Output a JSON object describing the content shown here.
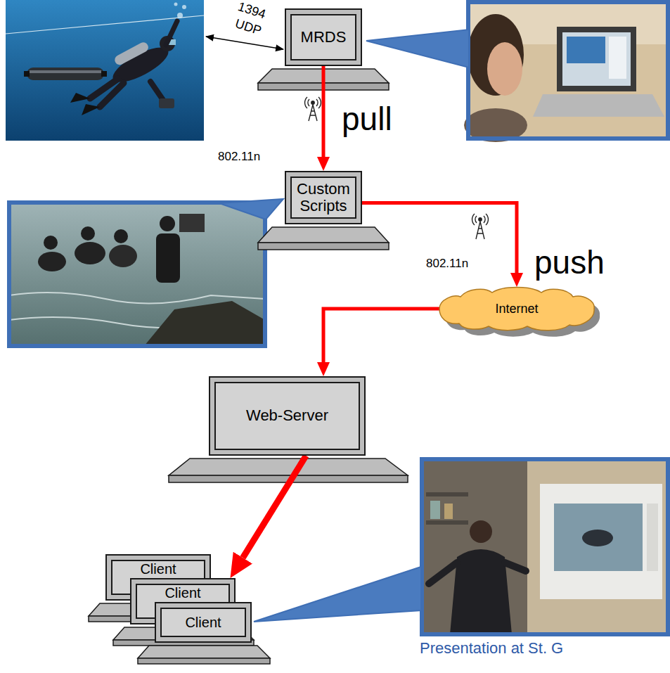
{
  "diagram": {
    "nodes": [
      {
        "text": [
          "MRDS"
        ]
      },
      {
        "text": [
          "Custom Scripts"
        ]
      },
      {
        "text": [
          "Internet"
        ]
      },
      {
        "text": [
          "Web-Server"
        ]
      },
      {
        "text": [
          "Client"
        ]
      },
      {
        "text": [
          "Client"
        ]
      },
      {
        "text": [
          "Client"
        ]
      }
    ],
    "edges": [
      {
        "from": 0,
        "to": 1,
        "arrow": "to",
        "label": "pull"
      },
      {
        "from": 1,
        "to": 2,
        "arrow": "to",
        "label": "push"
      },
      {
        "from": 2,
        "to": 3,
        "arrow": "to"
      },
      {
        "from": 3,
        "to": 5,
        "arrow": "to"
      }
    ],
    "labels": [
      "1394",
      "UDP",
      "802.11n",
      "802.11n",
      "Presentation at St. G"
    ]
  }
}
